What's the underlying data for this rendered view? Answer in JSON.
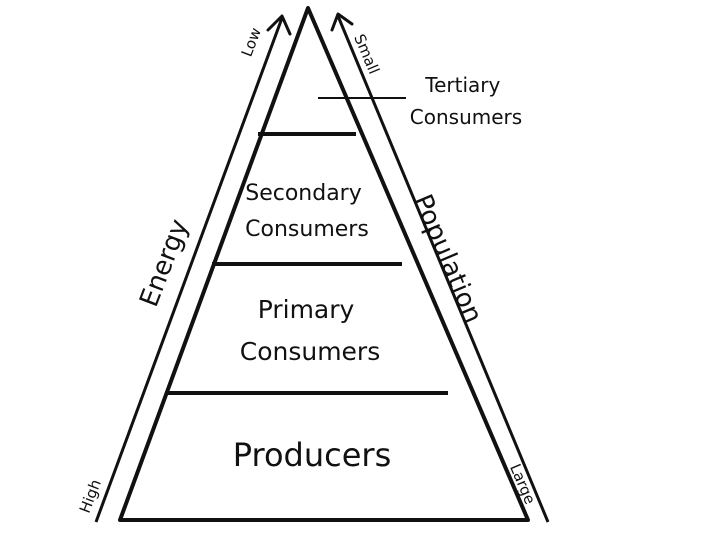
{
  "levels": {
    "tertiary": [
      "Tertiary",
      "Consumers"
    ],
    "secondary": [
      "Secondary",
      "Consumers"
    ],
    "primary": [
      "Primary",
      "Consumers"
    ],
    "producers": "Producers"
  },
  "energy_axis": {
    "title": "Energy",
    "top_label": "Low",
    "bottom_label": "High"
  },
  "population_axis": {
    "title": "Population",
    "top_label": "Small",
    "bottom_label": "Large"
  },
  "colors": {
    "ink": "#111111",
    "background": "#ffffff"
  }
}
